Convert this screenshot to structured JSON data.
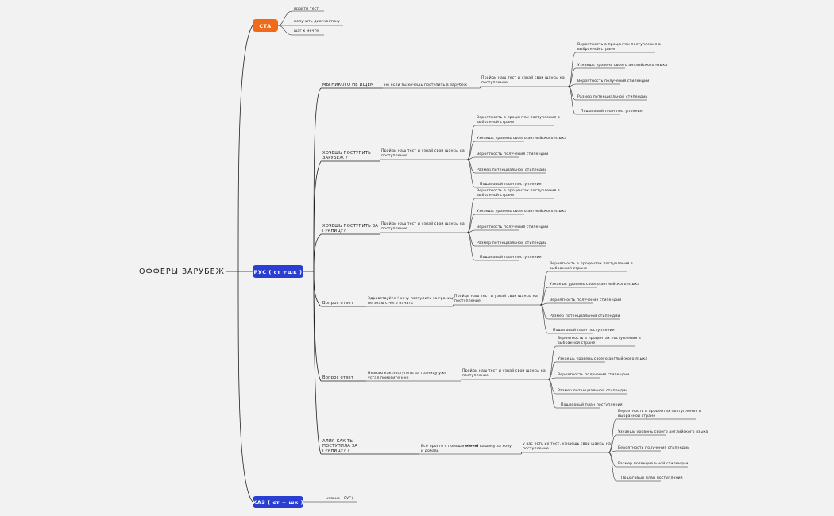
{
  "root": {
    "title": "ОФФЕРЫ ЗАРУБЕЖ"
  },
  "colors": {
    "cta": "#f06a1a",
    "rus": "#2a3fd1",
    "kaz": "#2a3fd1",
    "line": "#222222",
    "background": "#f2f2f2"
  },
  "branches": {
    "cta": {
      "label": "CTA",
      "items": [
        "пройти тест",
        "получить диагностику",
        "шаг к мечте"
      ]
    },
    "rus": {
      "label": "РУС ( ст +шк )",
      "children": [
        {
          "label": "МЫ НИКОГО НЕ ИЩЕМ",
          "sub": "но если ты хочешь поступить в зарубеж",
          "offer": "Пройди наш тест и узнай свои шансы на поступление.",
          "results": [
            "Вероятность в процентах поступления в выбранной стране",
            "Узнаешь уровень своего английского языка",
            "Вероятность получения стипендии",
            "Размер потенциальной стипендии",
            "Пошаговый план поступления"
          ]
        },
        {
          "label": "ХОЧЕШЬ ПОСТУПИТЬ ЗАРУБЕЖ ?",
          "offer": "Пройди наш тест и узнай свои шансы на поступление.",
          "results": [
            "Вероятность в процентах поступления в выбранной стране",
            "Узнаешь уровень своего английского языка",
            "Вероятность получения стипендии",
            "Размер потенциальной стипендии",
            "Пошаговый план поступления"
          ]
        },
        {
          "label": "ХОЧЕШЬ ПОСТУПИТЬ ЗА ГРАНИЦУ?",
          "offer": "Пройди наш тест и узнай свои шансы на поступление.",
          "results": [
            "Вероятность в процентах поступления в выбранной стране",
            "Узнаешь уровень своего английского языка",
            "Вероятность получения стипендии",
            "Размер потенциальной стипендии",
            "Пошаговый план поступления"
          ]
        },
        {
          "label": "Вопрос ответ",
          "sub": "Здравствуйте ! хочу поступить за границу не знаю с чего начать",
          "offer": "Пройди наш тест и узнай свои шансы на поступление.",
          "results": [
            "Вероятность в процентах поступления в выбранной стране",
            "Узнаешь уровень своего английского языка",
            "Вероятность получения стипендии",
            "Размер потенциальной стипендии",
            "Пошаговый план поступления"
          ]
        },
        {
          "label": "Вопрос ответ",
          "sub": "Незнаю как поступить за границу уже устал помогите мне",
          "offer": "Пройди наш тест и узнай свои шансы на поступление.",
          "results": [
            "Вероятность в процентах поступления в выбранной стране",
            "Узнаешь уровень своего английского языка",
            "Вероятность получения стипендии",
            "Размер потенциальной стипендии",
            "Пошаговый план поступления"
          ]
        },
        {
          "label": "АЛИЯ КАК ТЫ ПОСТУПИЛА ЗА ГРАНИЦУ? ?",
          "sub_before": "Всё просто с помощи ",
          "sub_brand": "elevel",
          "sub_after": " вашему за хочу и добавь",
          "offer": "у вас есть их тест, узнаешь свои шансы на поступление.",
          "results": [
            "Вероятность в процентах поступления в выбранной стране",
            "Узнаешь уровень своего английского языка",
            "Вероятность получения стипендии",
            "Размер потенциальной стипендии",
            "Пошаговый план поступления"
          ]
        }
      ]
    },
    "kaz": {
      "label": "КАЗ ( ст + шк )",
      "items": [
        "наявна ( РУС)"
      ]
    }
  }
}
